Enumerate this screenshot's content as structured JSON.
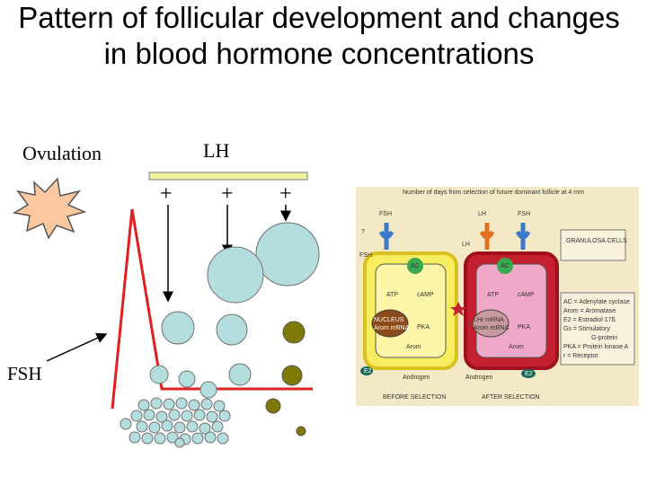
{
  "title": "Pattern of follicular development and changes in blood hormone concentrations",
  "labels": {
    "ovulation": "Ovulation",
    "lh": "LH",
    "fsh": "FSH",
    "plus": "+"
  },
  "colors": {
    "follicle_fill": "#b4dde0",
    "follicle_stroke": "#707070",
    "dominant_fill": "#7f7a08",
    "hormone_line": "#e02020",
    "lh_bar_fill": "#f5f0a0",
    "ovulation_fill": "#f9c8a0",
    "panel_bg": "#f4e9c6",
    "cell_before": "#f6ee60",
    "cell_after": "#c42030"
  },
  "inset": {
    "header": "Number of days from selection of future dominant follicle at 4 mm",
    "granulosa": "GRANULOSA CELLS",
    "before": "BEFORE SELECTION",
    "after": "AFTER SELECTION",
    "left_cell": {
      "receptor_top": "FSH",
      "receptor_side": "FSH",
      "ac": "AC",
      "atp": "ATP",
      "camp": "cAMP",
      "nucleus": "NUCLEUS",
      "arom_mrna": "Arom mRNA",
      "pka": "PKA",
      "arom": "Arom",
      "androgen": "Androgen",
      "e2": "E2",
      "question": "?"
    },
    "right_cell": {
      "lh_top": "LH",
      "fsh_top": "FSH",
      "lh_side": "LH",
      "ac": "AC",
      "atp": "ATP",
      "camp": "cAMP",
      "lhr_mrna": "LHr mRNA",
      "arom_mrna": "Arom mRNA",
      "pka": "PKA",
      "arom": "Arom",
      "androgen": "Androgen",
      "e2": "E2"
    },
    "legend": [
      "AC = Adenylate cyclase",
      "Arom = Aromatase",
      "E2 = Estradiol 17ß",
      "Gs = Stimulatory",
      "G-protein",
      "PKA = Protein kinase A",
      "r = Receptor"
    ]
  }
}
